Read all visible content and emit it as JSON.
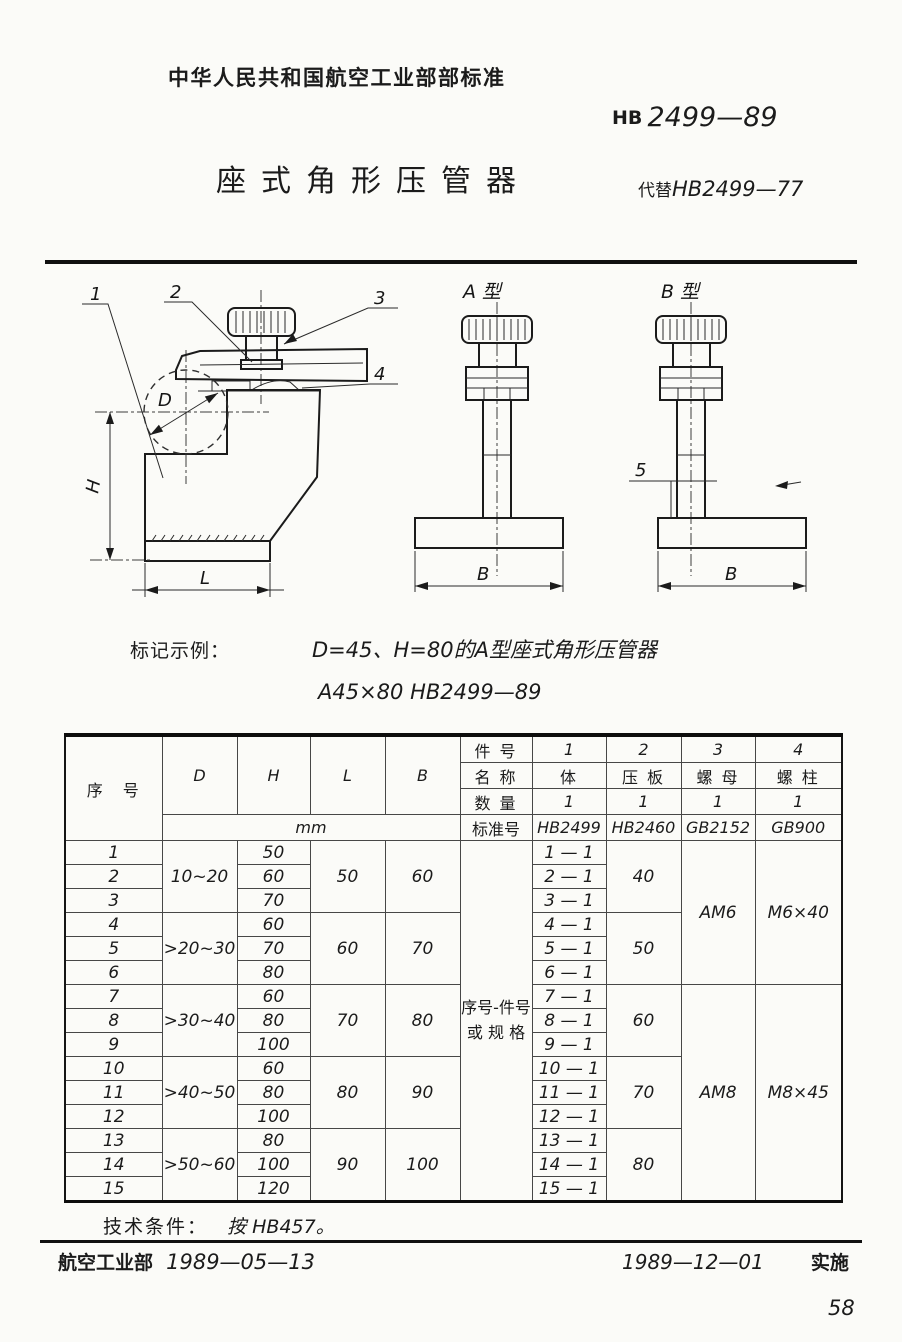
{
  "page": {
    "ministry_header": "中华人民共和国航空工业部部标准",
    "standard_prefix": "HB",
    "standard_number": "2499—89",
    "title": "座式角形压管器",
    "replaces_prefix": "代替",
    "replaces_number": "HB2499—77",
    "page_number": "58"
  },
  "drawing": {
    "callout_1": "1",
    "callout_2": "2",
    "callout_3": "3",
    "callout_4": "4",
    "dim_d": "D",
    "dim_h": "H",
    "dim_l": "L",
    "dim_b_a": "B",
    "dim_b_b": "B",
    "type_a_label": "A 型",
    "type_b_label": "B 型",
    "offset_dim": "5"
  },
  "example": {
    "label": "标记示例：",
    "line1": "D=45、H=80的A型座式角形压管器",
    "line2": "A45×80  HB2499—89"
  },
  "table": {
    "headers": {
      "seq": "序　号",
      "d": "D",
      "h": "H",
      "l": "L",
      "b": "B",
      "unit": "mm",
      "part_no": "件 号",
      "name": "名 称",
      "qty": "数 量",
      "std": "标准号"
    },
    "parts": {
      "numbers": [
        "1",
        "2",
        "3",
        "4"
      ],
      "names": [
        "体",
        "压 板",
        "螺 母",
        "螺 柱"
      ],
      "quantities": [
        "1",
        "1",
        "1",
        "1"
      ],
      "standards": [
        "HB2499",
        "HB2460",
        "GB2152",
        "GB900"
      ]
    },
    "mid_label_line1": "序号-件号",
    "mid_label_line2": "或 规 格",
    "d_groups": [
      "10~20",
      ">20~30",
      ">30~40",
      ">40~50",
      ">50~60"
    ],
    "l_groups": [
      "50",
      "60",
      "70",
      "80",
      "90"
    ],
    "b_groups": [
      "60",
      "70",
      "80",
      "90",
      "100"
    ],
    "plate_groups": [
      "40",
      "50",
      "60",
      "70",
      "80"
    ],
    "nut_groups": [
      "AM6",
      "AM8"
    ],
    "stud_groups": [
      "M6×40",
      "M8×45"
    ],
    "rows": [
      {
        "seq": "1",
        "h": "50",
        "pn": "1 — 1"
      },
      {
        "seq": "2",
        "h": "60",
        "pn": "2 — 1"
      },
      {
        "seq": "3",
        "h": "70",
        "pn": "3 — 1"
      },
      {
        "seq": "4",
        "h": "60",
        "pn": "4 — 1"
      },
      {
        "seq": "5",
        "h": "70",
        "pn": "5 — 1"
      },
      {
        "seq": "6",
        "h": "80",
        "pn": "6 — 1"
      },
      {
        "seq": "7",
        "h": "60",
        "pn": "7 — 1"
      },
      {
        "seq": "8",
        "h": "80",
        "pn": "8 — 1"
      },
      {
        "seq": "9",
        "h": "100",
        "pn": "9 — 1"
      },
      {
        "seq": "10",
        "h": "60",
        "pn": "10 — 1"
      },
      {
        "seq": "11",
        "h": "80",
        "pn": "11 — 1"
      },
      {
        "seq": "12",
        "h": "100",
        "pn": "12 — 1"
      },
      {
        "seq": "13",
        "h": "80",
        "pn": "13 — 1"
      },
      {
        "seq": "14",
        "h": "100",
        "pn": "14 — 1"
      },
      {
        "seq": "15",
        "h": "120",
        "pn": "15 — 1"
      }
    ]
  },
  "footer": {
    "tech_label": "技术条件：",
    "tech_value": "按 HB457。",
    "issuer": "航空工业部",
    "issue_date": "1989—05—13",
    "impl_date": "1989—12—01",
    "impl_label": "实施"
  }
}
